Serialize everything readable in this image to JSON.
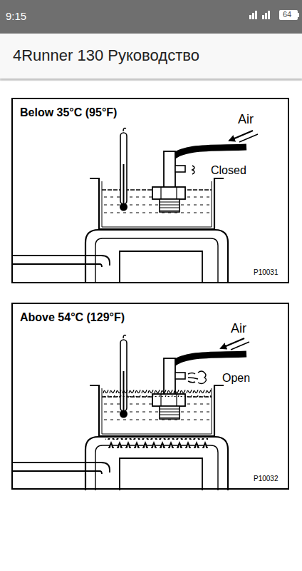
{
  "diagram": {
    "title": "4Runner 130 Руководство",
    "nodes": [
      {
        "text": [
          "4Runner 130 Руководство"
        ]
      },
      {
        "text": [
          "Below 35°C (95°F)",
          "Air",
          "Closed",
          "P10031"
        ]
      },
      {
        "text": [
          "Above 54°C (129°F)",
          "Air",
          "Open",
          "P10032"
        ]
      }
    ],
    "labels": [
      "9:15",
      "64"
    ]
  }
}
